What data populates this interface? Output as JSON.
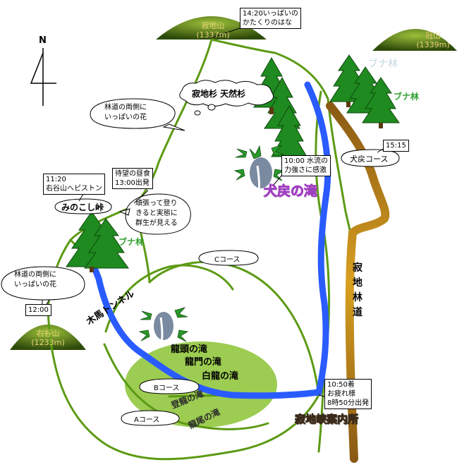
{
  "north": "N",
  "peaks": {
    "sumichi": {
      "name": "寂地山",
      "elev": "(1337m)"
    },
    "kanmuri": {
      "name": "冠山",
      "elev": "(1339m)"
    },
    "migitani": {
      "name": "右谷山",
      "elev": "(1233m)"
    }
  },
  "forest_labels": {
    "buna_faded": "ブナ林",
    "buna_right": "ブナ林",
    "buna_left": "ブナ林"
  },
  "notes": {
    "t1420": [
      "14:20いっぱいの",
      "かたくりのはな"
    ],
    "t1515": "15:15",
    "t1000": [
      "10:00 水流の",
      "力強さに感激"
    ],
    "t1120": [
      "11:20",
      "右谷山へピストン"
    ],
    "lunch": [
      "待望の昼食",
      "13:00出発"
    ],
    "t1200": "12:00",
    "t1050": [
      "10:50着",
      "お疲れ様"
    ],
    "depart": "8時50分出発"
  },
  "callouts": {
    "cedars": "寂地杉  天然杉",
    "flowers_top": [
      "林道の両側に",
      "いっぱいの花"
    ],
    "minokoshi": "みのこし峠",
    "effort": [
      "頑張って登り",
      "きると実態に",
      "群生が見える"
    ],
    "flowers_left": [
      "林道の両側に",
      "いっぱいの花"
    ],
    "inumodori_course": "犬戻コース",
    "c_course": "Cコース",
    "b_course": "Bコース",
    "a_course": "Aコース"
  },
  "places": {
    "inumodori_falls": "犬戻の滝",
    "rindo": [
      "寂",
      "地",
      "林",
      "道"
    ],
    "tunnel": "木馬トンネル",
    "ryuzu": "龍頭の滝",
    "ryumon": "龍門の滝",
    "hakuryu": "白龍の滝",
    "toryu": "登龍の滝",
    "ryubi": "龍尾の滝",
    "center": "寂地峡案内所"
  },
  "colors": {
    "trail": "#5c9a14",
    "river": "#2a5bff",
    "rindo_road": "#c8961e",
    "hill_dark": "#2e4a0a",
    "falls_area": "#9ccc52"
  }
}
